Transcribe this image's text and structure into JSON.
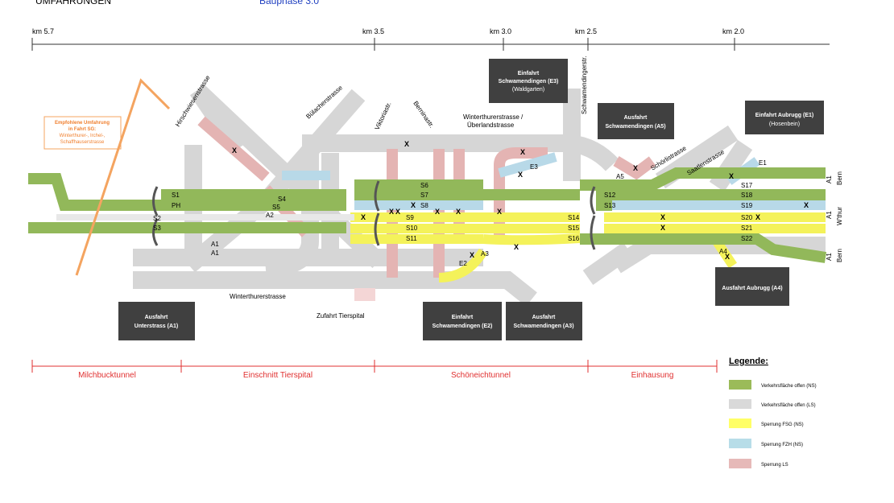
{
  "header": {
    "left": "UMFAHRUNGEN",
    "right": "Bauphase 3.0"
  },
  "km": [
    "km 5.7",
    "km 3.5",
    "km 3.0",
    "km 2.5",
    "km 2.0"
  ],
  "streets": {
    "hirschwiesen": "Hirschwiesenstrasse",
    "buelacher": "Bülacherstrasse",
    "viktoria": "Viktoriastr.",
    "berninastr": "Berninastr.",
    "winterthurer_ueber_1": "Winterthurerstrasse /",
    "winterthurer_ueber_2": "Überlandstrasse",
    "schwamendinger": "Schwamendingerstr.",
    "schoerli": "Schörlistrasse",
    "saatlen": "Saatlenstrasse",
    "winterthurer": "Winterthurerstrasse",
    "tierspital": "Zufahrt Tierspital"
  },
  "boxes": {
    "e3_1": "Einfahrt",
    "e3_2": "Schwamendingen (E3)",
    "e3_3": "(Waldgarten)",
    "a5_1": "Ausfahrt",
    "a5_2": "Schwamendingen (A5)",
    "e1_1": "Einfahrt Aubrugg (E1)",
    "e1_2": "(Hosenbein)",
    "a4": "Ausfahrt Aubrugg (A4)",
    "a1_1": "Ausfahrt",
    "a1_2": "Unterstrass (A1)",
    "e2_1": "Einfahrt",
    "e2_2": "Schwamendingen (E2)",
    "a3_1": "Ausfahrt",
    "a3_2": "Schwamendingen (A3)"
  },
  "detour": {
    "l1": "Empfohlene Umfahrung",
    "l2": "in Fahrt SG:",
    "l3": "Winterthurer-, Irchel-,",
    "l4": "Schaffhauserstrasse"
  },
  "lanes": [
    "S1",
    "PH",
    "S2",
    "S3",
    "S4",
    "S5",
    "A2",
    "S6",
    "S7",
    "S8",
    "S9",
    "S10",
    "S11",
    "S12",
    "S13",
    "S14",
    "S15",
    "S16",
    "S17",
    "S18",
    "S19",
    "S20",
    "S21",
    "S22",
    "E3",
    "A5",
    "E1",
    "A4",
    "E2",
    "A3",
    "A1",
    "A1"
  ],
  "right_labels": {
    "a1": "A1",
    "bern": "Bern",
    "wthur": "W'thur"
  },
  "sections": [
    "Milchbucktunnel",
    "Einschnitt Tierspital",
    "Schöneichtunnel",
    "Einhausung"
  ],
  "legend": {
    "title": "Legende:",
    "items": [
      {
        "label": "Verkehrsfläche offen (NS)",
        "color": "#9bbb59"
      },
      {
        "label": "Verkehrsfläche offen (LS)",
        "color": "#d9d9d9"
      },
      {
        "label": "Sperrung FSG (NS)",
        "color": "#ffff66"
      },
      {
        "label": "Sperrung FZH (NS)",
        "color": "#b7dde8"
      },
      {
        "label": "Sperrung LS",
        "color": "#e6b9b8"
      }
    ]
  },
  "colors": {
    "green": "#92b85a",
    "gray": "#d6d6d6",
    "yellow": "#f4f25a",
    "blue": "#b8d9e8",
    "pink": "#e4b4b3",
    "orange": "#f4a460",
    "dark": "#404040",
    "red": "#e03030"
  }
}
